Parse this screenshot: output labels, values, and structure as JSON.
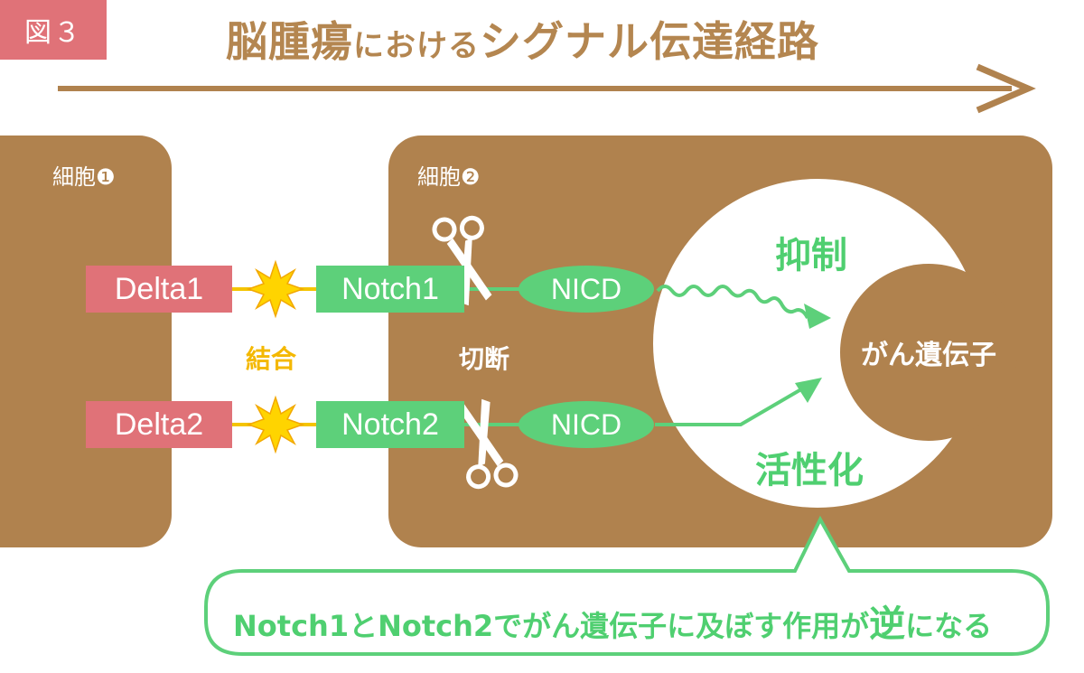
{
  "figure_label": "図３",
  "title": {
    "part1": "脳腫瘍",
    "part2": "における",
    "part3": "シグナル伝達経路"
  },
  "cells": {
    "cell1_label": "細胞❶",
    "cell2_label": "細胞❷"
  },
  "ligands": [
    "Delta1",
    "Delta2"
  ],
  "receptors": [
    "Notch1",
    "Notch2"
  ],
  "nicd_label": "NICD",
  "binding_label": "結合",
  "cleavage_label": "切断",
  "target_gene": "がん遺伝子",
  "effects": {
    "inhibit": "抑制",
    "activate": "活性化"
  },
  "callout": {
    "part1": "Notch1とNotch2でがん遺伝子に及ぼす作用が",
    "emphasis": "逆",
    "part2": "になる"
  },
  "colors": {
    "brown": "#b0824e",
    "pink": "#e07278",
    "green": "#5dd07a",
    "yellow": "#f4b800"
  }
}
